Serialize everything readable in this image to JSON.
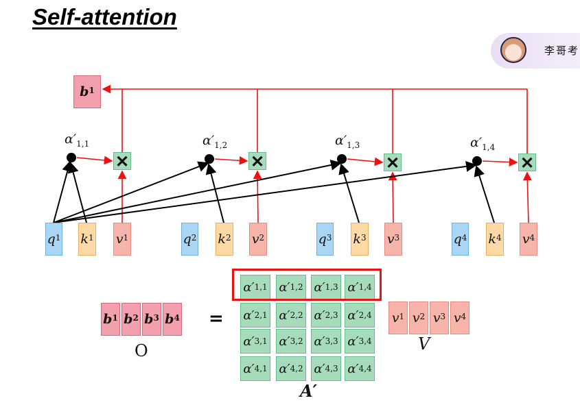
{
  "title": "Self-attention",
  "logo": {
    "text": "李哥考"
  },
  "output_top": {
    "base": "b",
    "sup": "1"
  },
  "alpha_labels": [
    {
      "base": "α′",
      "sub": "1,1"
    },
    {
      "base": "α′",
      "sub": "1,2"
    },
    {
      "base": "α′",
      "sub": "1,3"
    },
    {
      "base": "α′",
      "sub": "1,4"
    }
  ],
  "multiply_symbol": "✕",
  "inputs": [
    {
      "q": {
        "base": "q",
        "sup": "1"
      },
      "k": {
        "base": "k",
        "sup": "1"
      },
      "v": {
        "base": "v",
        "sup": "1"
      }
    },
    {
      "q": {
        "base": "q",
        "sup": "2"
      },
      "k": {
        "base": "k",
        "sup": "2"
      },
      "v": {
        "base": "v",
        "sup": "2"
      }
    },
    {
      "q": {
        "base": "q",
        "sup": "3"
      },
      "k": {
        "base": "k",
        "sup": "3"
      },
      "v": {
        "base": "v",
        "sup": "3"
      }
    },
    {
      "q": {
        "base": "q",
        "sup": "4"
      },
      "k": {
        "base": "k",
        "sup": "4"
      },
      "v": {
        "base": "v",
        "sup": "4"
      }
    }
  ],
  "equation": {
    "outputs": [
      {
        "base": "b",
        "sup": "1"
      },
      {
        "base": "b",
        "sup": "2"
      },
      {
        "base": "b",
        "sup": "3"
      },
      {
        "base": "b",
        "sup": "4"
      }
    ],
    "equals": "=",
    "output_caption": "O",
    "matrix": [
      [
        "1,1",
        "1,2",
        "1,3",
        "1,4"
      ],
      [
        "2,1",
        "2,2",
        "2,3",
        "2,4"
      ],
      [
        "3,1",
        "3,2",
        "3,3",
        "3,4"
      ],
      [
        "4,1",
        "4,2",
        "4,3",
        "4,4"
      ]
    ],
    "matrix_caption": "A′",
    "values": [
      {
        "base": "v",
        "sup": "1"
      },
      {
        "base": "v",
        "sup": "2"
      },
      {
        "base": "v",
        "sup": "3"
      },
      {
        "base": "v",
        "sup": "4"
      }
    ],
    "values_caption": "V"
  },
  "colors": {
    "red": "#ee1111",
    "query": "#a9d6f2",
    "key": "#fdd9a6",
    "value": "#f6b4ab",
    "output": "#f2a0ad",
    "attention": "#a6dcbc"
  }
}
